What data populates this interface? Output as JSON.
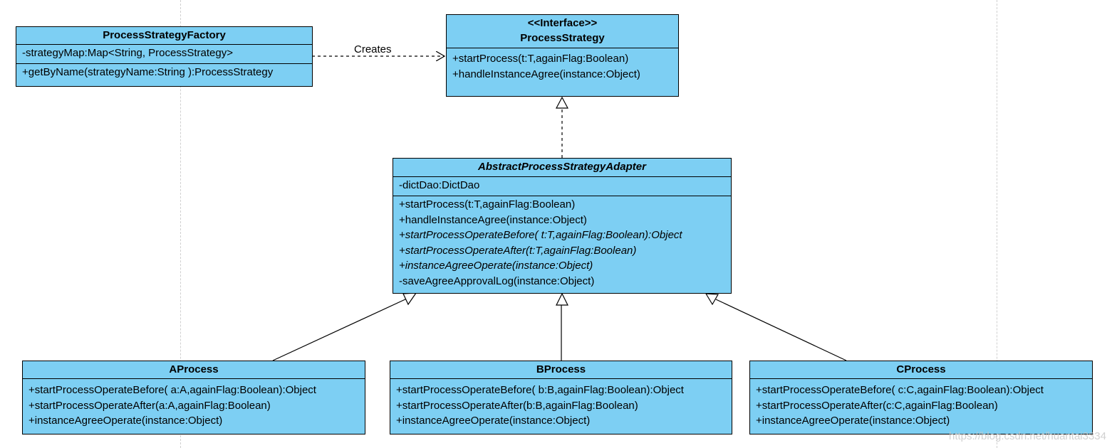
{
  "factory": {
    "name": "ProcessStrategyFactory",
    "attributes": [
      "-strategyMap:Map<String, ProcessStrategy>"
    ],
    "methods": [
      "+getByName(strategyName:String ):ProcessStrategy"
    ]
  },
  "creates_label": "Creates",
  "strategy": {
    "stereotype": "<<Interface>>",
    "name": "ProcessStrategy",
    "methods": [
      "+startProcess(t:T,againFlag:Boolean)",
      "+handleInstanceAgree(instance:Object)"
    ]
  },
  "adapter": {
    "name": "AbstractProcessStrategyAdapter",
    "attributes": [
      "-dictDao:DictDao"
    ],
    "methods": [
      "+startProcess(t:T,againFlag:Boolean)",
      "+handleInstanceAgree(instance:Object)",
      "+startProcessOperateBefore( t:T,againFlag:Boolean):Object",
      "+startProcessOperateAfter(t:T,againFlag:Boolean)",
      "+instanceAgreeOperate(instance:Object)",
      "-saveAgreeApprovalLog(instance:Object)"
    ]
  },
  "a_process": {
    "name": "AProcess",
    "methods": [
      "+startProcessOperateBefore( a:A,againFlag:Boolean):Object",
      "+startProcessOperateAfter(a:A,againFlag:Boolean)",
      "+instanceAgreeOperate(instance:Object)"
    ]
  },
  "b_process": {
    "name": "BProcess",
    "methods": [
      "+startProcessOperateBefore( b:B,againFlag:Boolean):Object",
      "+startProcessOperateAfter(b:B,againFlag:Boolean)",
      "+instanceAgreeOperate(instance:Object)"
    ]
  },
  "c_process": {
    "name": "CProcess",
    "methods": [
      "+startProcessOperateBefore( c:C,againFlag:Boolean):Object",
      "+startProcessOperateAfter(c:C,againFlag:Boolean)",
      "+instanceAgreeOperate(instance:Object)"
    ]
  },
  "watermark": "https://blog.csdn.net/huantai3334",
  "colors": {
    "class_fill": "#7dcff3",
    "stroke": "#000000"
  }
}
